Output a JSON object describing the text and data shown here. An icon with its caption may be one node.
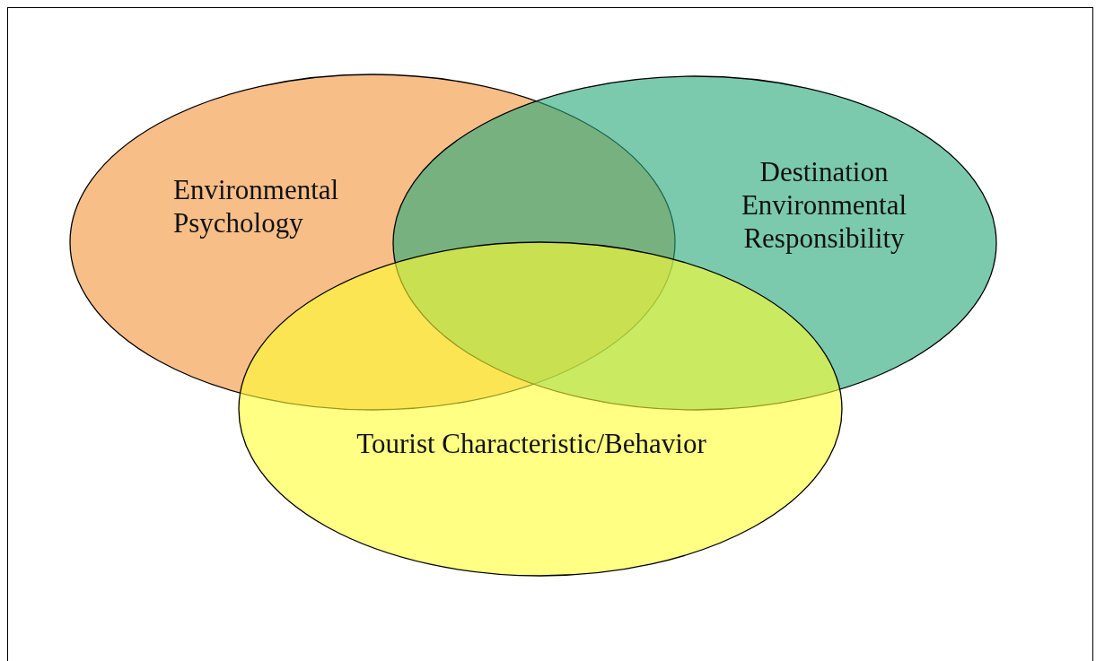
{
  "diagram": {
    "nodes": [
      {
        "text": [
          "Environmental Psychology"
        ]
      },
      {
        "text": [
          "Destination Environmental Responsibility"
        ]
      },
      {
        "text": [
          "Tourist Characteristic/Behavior"
        ]
      }
    ]
  }
}
